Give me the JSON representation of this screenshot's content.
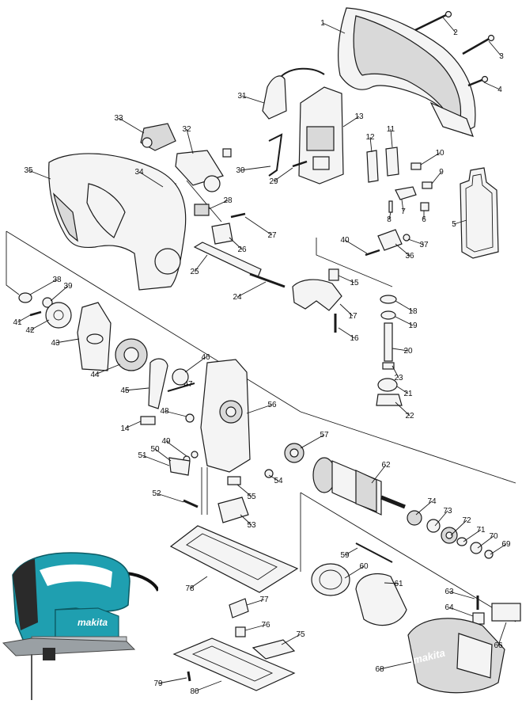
{
  "diagram": {
    "callouts": [
      "1",
      "2",
      "3",
      "4",
      "5",
      "6",
      "7",
      "8",
      "9",
      "10",
      "11",
      "12",
      "13",
      "14",
      "15",
      "16",
      "17",
      "18",
      "19",
      "20",
      "21",
      "22",
      "23",
      "24",
      "25",
      "26",
      "27",
      "28",
      "29",
      "30",
      "31",
      "32",
      "33",
      "34",
      "35",
      "36",
      "37",
      "38",
      "39",
      "40",
      "41",
      "42",
      "43",
      "44",
      "45",
      "46",
      "47",
      "48",
      "49",
      "50",
      "51",
      "52",
      "53",
      "54",
      "55",
      "56",
      "57",
      "59",
      "60",
      "61",
      "62",
      "63",
      "64",
      "66",
      "68",
      "69",
      "70",
      "71",
      "72",
      "73",
      "74",
      "75",
      "76",
      "77",
      "78",
      "79",
      "80"
    ],
    "brand_logo_motor": "makita",
    "brand_logo_photo": "makita"
  },
  "colors": {
    "tool_body": "#1f9fb0",
    "tool_grip": "#2a2a2a",
    "metal": "#bfc4c8",
    "line": "#1a1a1a"
  }
}
